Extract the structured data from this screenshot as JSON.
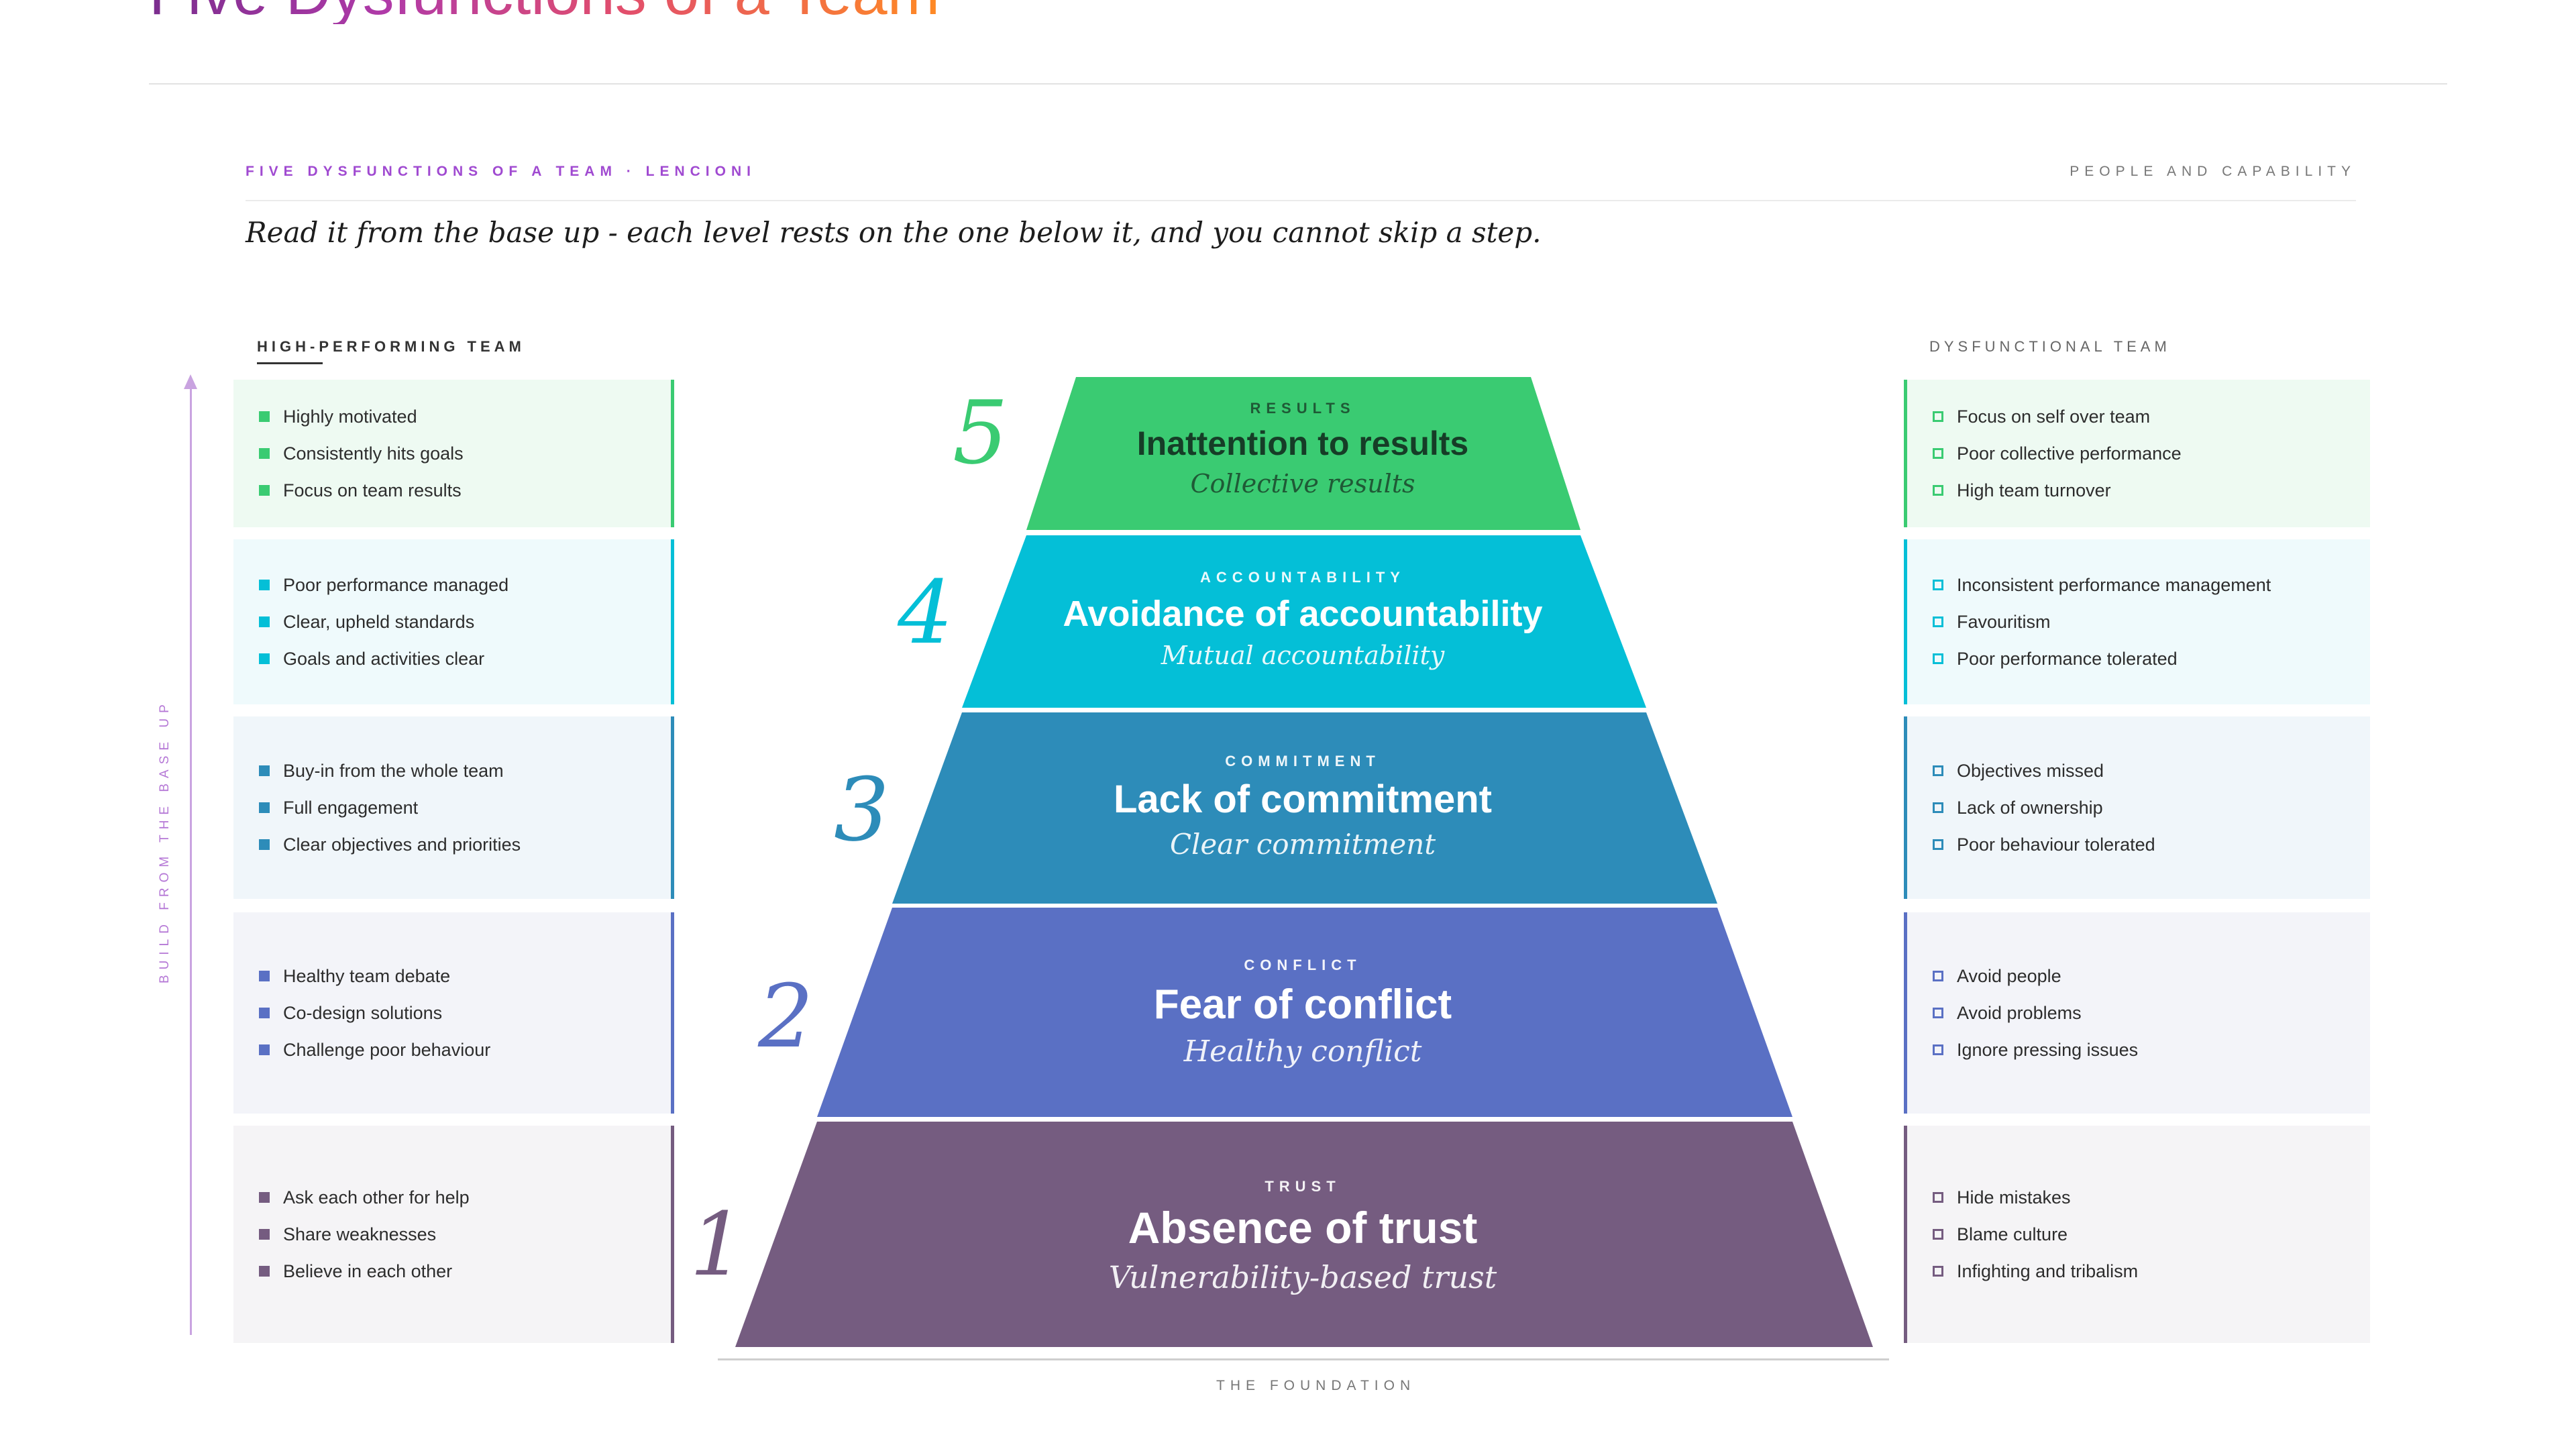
{
  "page": {
    "title": "Five Dysfunctions of a Team"
  },
  "header": {
    "eyebrow": "FIVE DYSFUNCTIONS OF A TEAM · LENCIONI",
    "category": "PEOPLE AND CAPABILITY",
    "lead": "Read it from the base up - each level rests on the one below it, and you cannot skip a step."
  },
  "columns": {
    "left": "HIGH-PERFORMING TEAM",
    "right": "DYSFUNCTIONAL TEAM",
    "axis": "BUILD FROM THE BASE UP"
  },
  "footer": {
    "foundation": "THE FOUNDATION"
  },
  "levels": [
    {
      "number": "5",
      "kicker": "RESULTS",
      "name": "Inattention to results",
      "sub": "Collective results",
      "color": "#3acb72",
      "tint": "#eefaf2",
      "high": [
        "Highly motivated",
        "Consistently hits goals",
        "Focus on team results"
      ],
      "dys": [
        "Focus on self over team",
        "Poor collective performance",
        "High team turnover"
      ]
    },
    {
      "number": "4",
      "kicker": "ACCOUNTABILITY",
      "name": "Avoidance of accountability",
      "sub": "Mutual accountability",
      "color": "#04bfd7",
      "tint": "#effafc",
      "high": [
        "Poor performance managed",
        "Clear, upheld standards",
        "Goals and activities clear"
      ],
      "dys": [
        "Inconsistent performance management",
        "Favouritism",
        "Poor performance tolerated"
      ]
    },
    {
      "number": "3",
      "kicker": "COMMITMENT",
      "name": "Lack of commitment",
      "sub": "Clear commitment",
      "color": "#2d8cb9",
      "tint": "#f0f6fa",
      "high": [
        "Buy-in from the whole team",
        "Full engagement",
        "Clear objectives and priorities"
      ],
      "dys": [
        "Objectives missed",
        "Lack of ownership",
        "Poor behaviour tolerated"
      ]
    },
    {
      "number": "2",
      "kicker": "CONFLICT",
      "name": "Fear of conflict",
      "sub": "Healthy conflict",
      "color": "#5a70c4",
      "tint": "#f3f4f9",
      "high": [
        "Healthy team debate",
        "Co-design solutions",
        "Challenge poor behaviour"
      ],
      "dys": [
        "Avoid people",
        "Avoid problems",
        "Ignore pressing issues"
      ]
    },
    {
      "number": "1",
      "kicker": "TRUST",
      "name": "Absence of trust",
      "sub": "Vulnerability-based trust",
      "color": "#755c80",
      "tint": "#f5f4f6",
      "high": [
        "Ask each other for help",
        "Share weaknesses",
        "Believe in each other"
      ],
      "dys": [
        "Hide mistakes",
        "Blame culture",
        "Infighting and tribalism"
      ]
    }
  ]
}
